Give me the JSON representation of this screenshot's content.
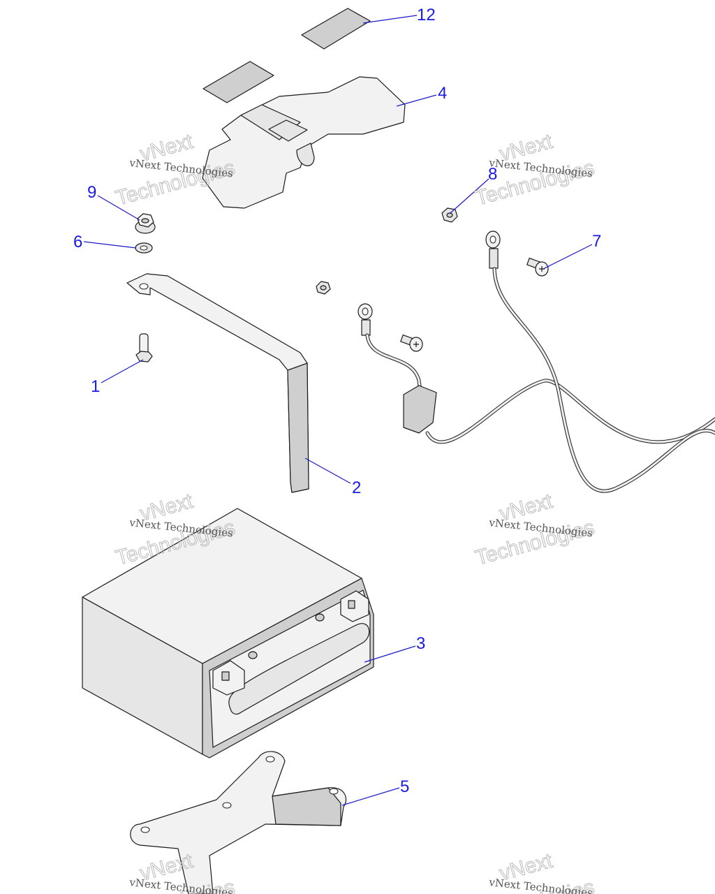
{
  "diagram": {
    "callouts": {
      "c12": "12",
      "c4": "4",
      "c9": "9",
      "c8": "8",
      "c6": "6",
      "c7": "7",
      "c1": "1",
      "c2": "2",
      "c3": "3",
      "c5": "5"
    },
    "watermark": {
      "line_small": "vNext Technologies",
      "big_word1": "vNext",
      "big_word2": "Technologies"
    }
  }
}
